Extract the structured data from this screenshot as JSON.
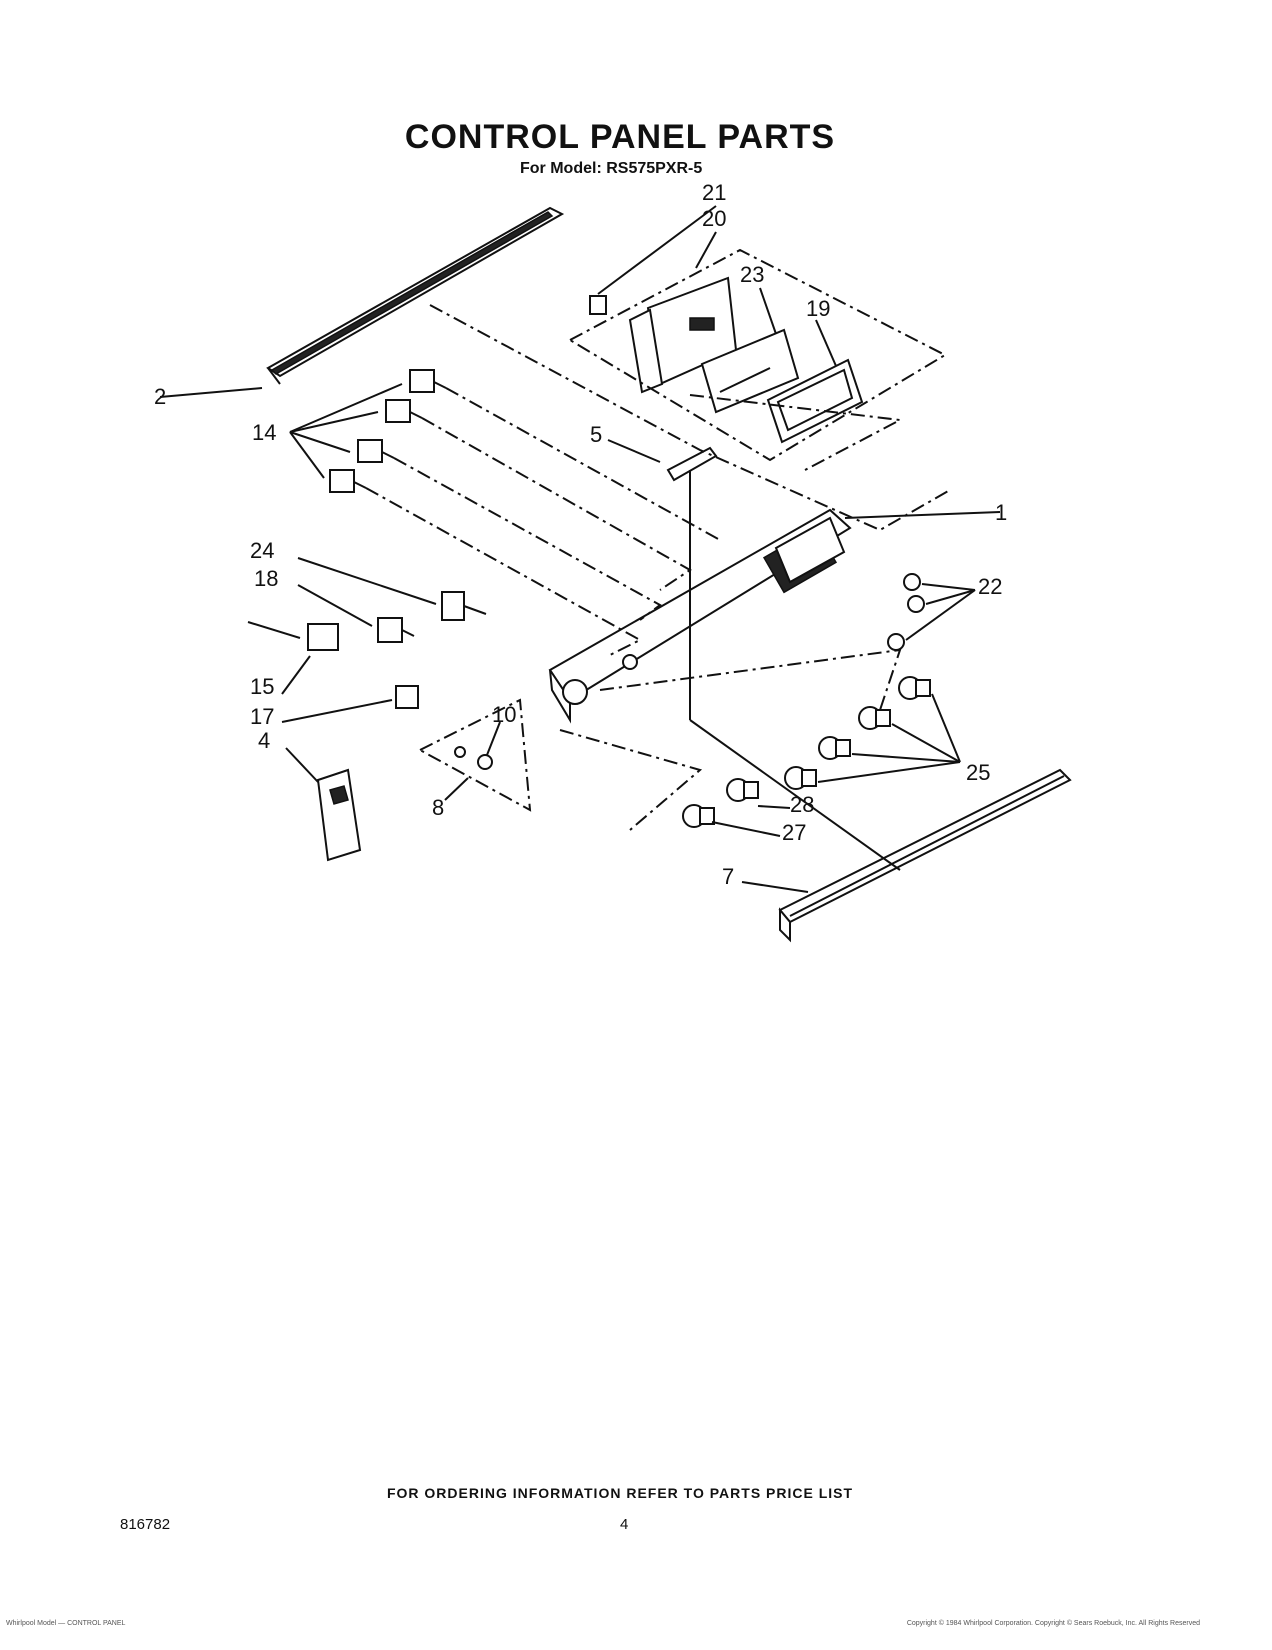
{
  "header": {
    "title": "CONTROL PANEL PARTS",
    "subtitle": "For Model: RS575PXR-5"
  },
  "callouts": [
    "1",
    "2",
    "4",
    "5",
    "7",
    "8",
    "10",
    "14",
    "15",
    "17",
    "18",
    "19",
    "20",
    "21",
    "22",
    "23",
    "24",
    "25",
    "27",
    "28"
  ],
  "footer": {
    "ordering_note": "FOR ORDERING INFORMATION REFER TO PARTS PRICE LIST",
    "doc_number": "816782",
    "page_number": "4",
    "small_left": "Whirlpool Model — CONTROL PANEL",
    "small_right": "Copyright © 1984 Whirlpool Corporation. Copyright © Sears Roebuck, Inc. All Rights Reserved"
  }
}
